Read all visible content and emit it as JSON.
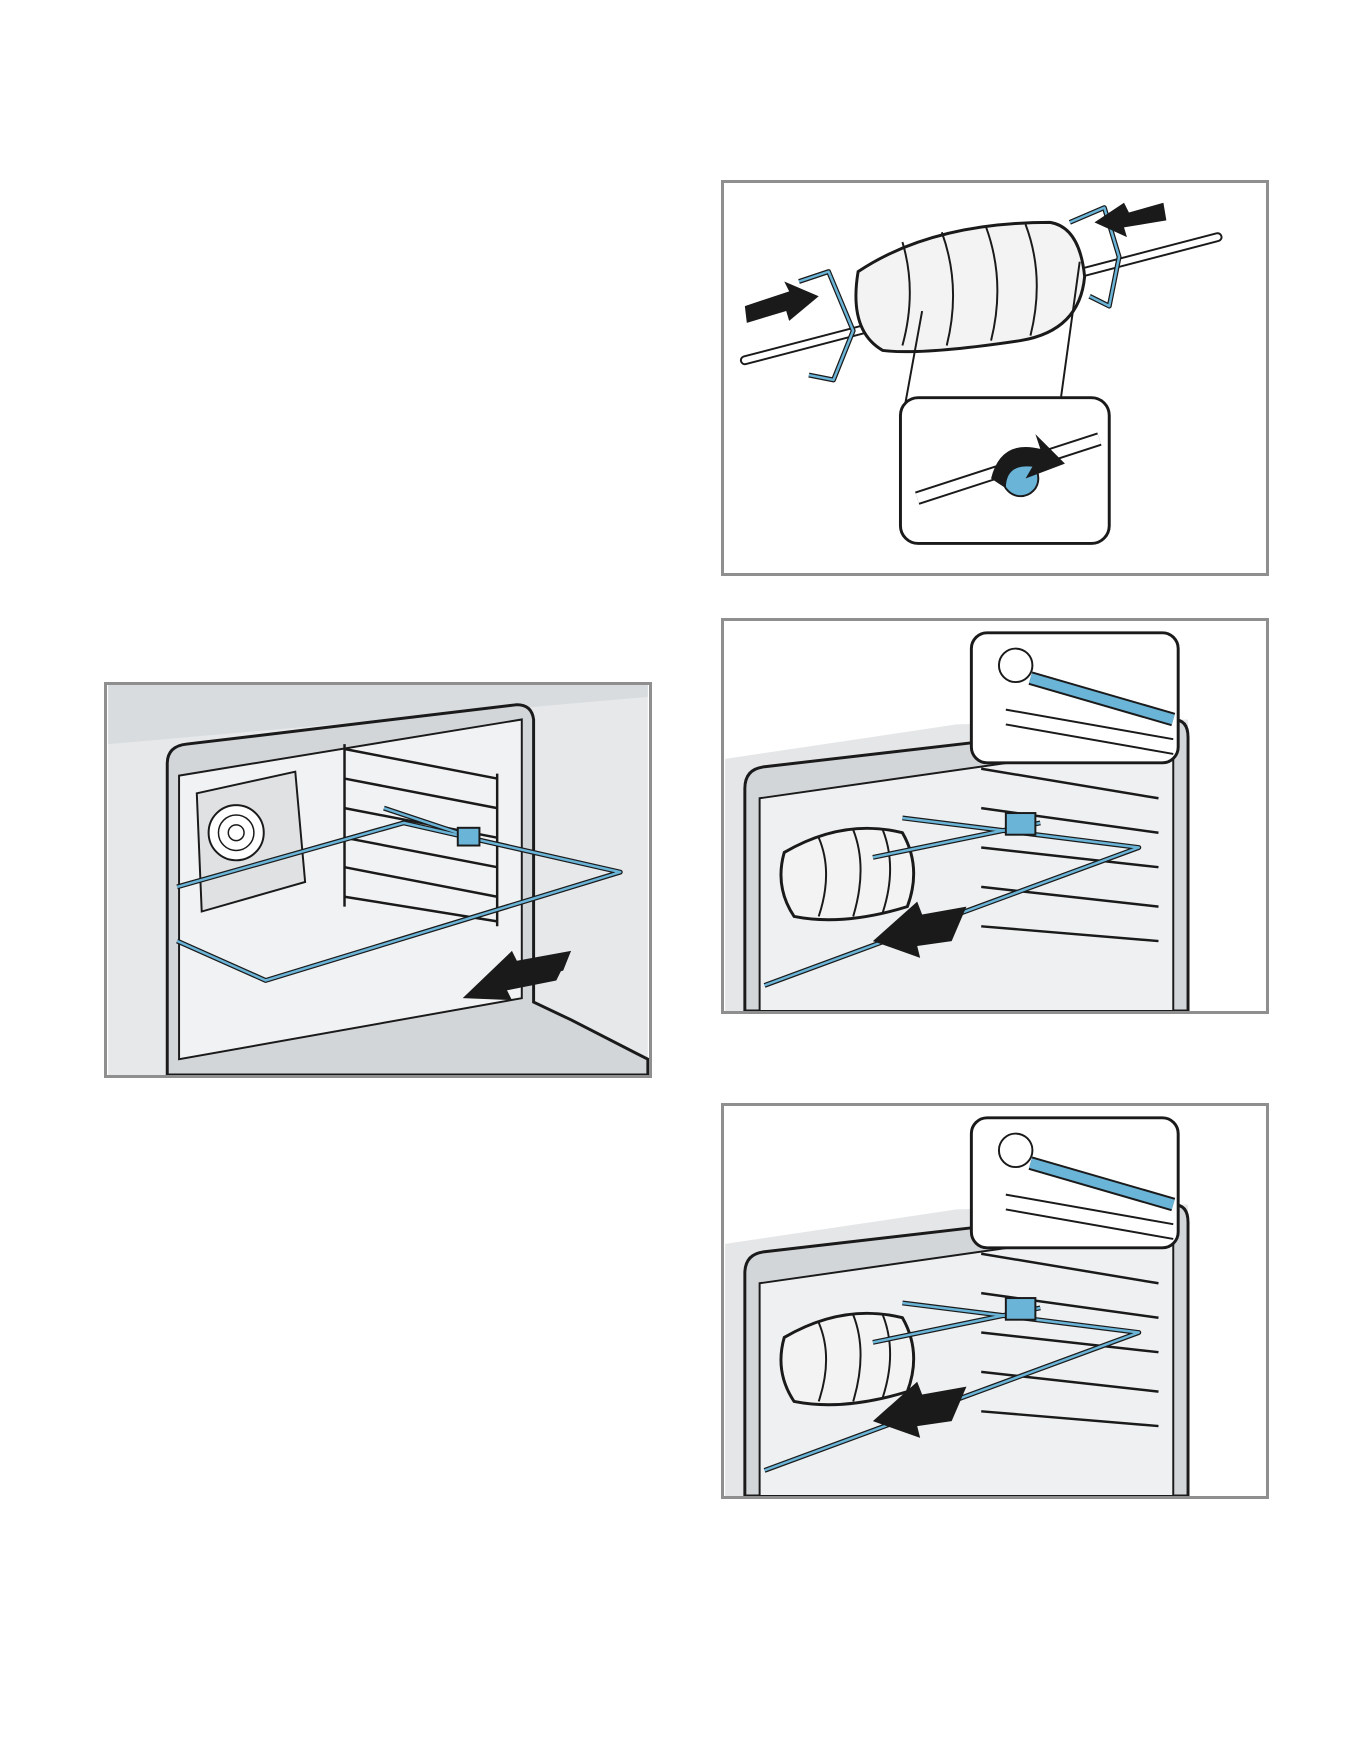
{
  "figures": [
    {
      "id": "rack",
      "icon": "oven-wire-rack-insertion-illustration"
    },
    {
      "id": "spit",
      "icon": "rotisserie-spit-with-roast-illustration"
    },
    {
      "id": "insert-1",
      "icon": "spit-inserted-in-oven-illustration"
    },
    {
      "id": "insert-2",
      "icon": "spit-inserted-in-oven-illustration"
    }
  ],
  "colors": {
    "panel_border": "#8f8f8f",
    "accent_blue": "#6ab4d8",
    "line": "#1a1a1a",
    "oven_gray": "#e4e6e8"
  }
}
